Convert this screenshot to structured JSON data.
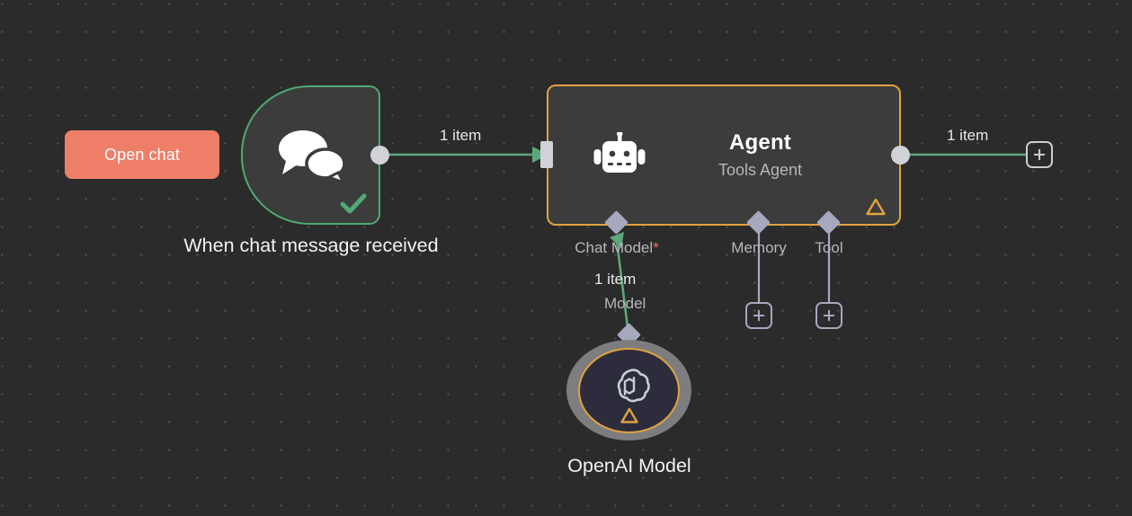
{
  "canvas": {
    "background_color": "#2b2b2b",
    "dot_color": "#555555",
    "grid_spacing": 31
  },
  "colors": {
    "accent_orange": "#e0a33f",
    "accent_green": "#4faa73",
    "connection_green": "#5aa87a",
    "open_chat_salmon": "#ef7e68",
    "port_gray": "#d0d2d8",
    "diamond_gray": "#a6a8bd",
    "required_star": "#e8705d",
    "node_fill": "#3c3c3c",
    "openai_fill": "#2c2c3c"
  },
  "open_chat_button": {
    "label": "Open chat"
  },
  "trigger_node": {
    "label": "When chat message received",
    "icon": "chat-bubbles-icon",
    "status_icon": "check-icon",
    "border_color": "#4faa73"
  },
  "agent_node": {
    "title": "Agent",
    "subtitle": "Tools Agent",
    "icon": "robot-icon",
    "status_icon": "warning-triangle-icon",
    "border_color": "#e0a33f",
    "sub_ports": [
      {
        "label": "Chat Model",
        "required": true,
        "required_marker": "*",
        "connected": true
      },
      {
        "label": "Memory",
        "required": false,
        "required_marker": "",
        "connected": false
      },
      {
        "label": "Tool",
        "required": false,
        "required_marker": "",
        "connected": false
      }
    ]
  },
  "connections": {
    "trigger_to_agent": {
      "label": "1 item"
    },
    "agent_to_next": {
      "label": "1 item"
    },
    "model_to_agent": {
      "label": "1 item",
      "sub_label": "Model"
    }
  },
  "openai_node": {
    "label": "OpenAI Model",
    "icon": "openai-logo-icon",
    "status_icon": "warning-triangle-icon",
    "border_color": "#e0a33f"
  },
  "add_buttons": {
    "output_plus": "+",
    "memory_plus": "+",
    "tool_plus": "+"
  }
}
